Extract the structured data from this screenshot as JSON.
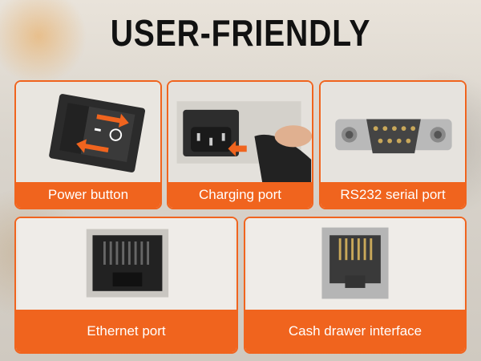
{
  "title": "USER-FRIENDLY",
  "features": [
    {
      "label": "Power button",
      "icon": "power-switch-icon"
    },
    {
      "label": "Charging port",
      "icon": "power-socket-icon"
    },
    {
      "label": "RS232 serial port",
      "icon": "serial-port-icon"
    },
    {
      "label": "Ethernet port",
      "icon": "ethernet-port-icon"
    },
    {
      "label": "Cash drawer interface",
      "icon": "rj11-port-icon"
    }
  ],
  "colors": {
    "accent": "#f0641e"
  }
}
